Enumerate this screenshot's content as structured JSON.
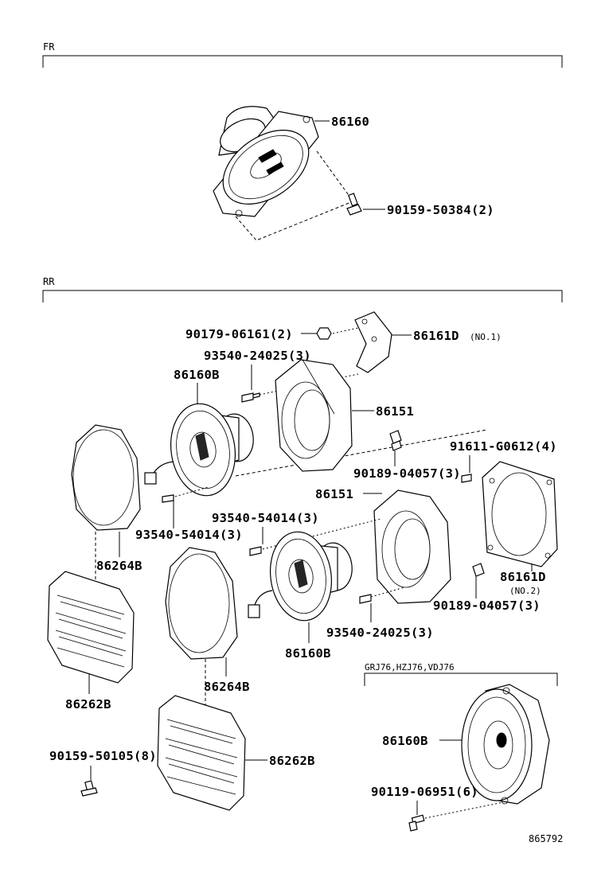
{
  "sections": {
    "fr": "FR",
    "rr": "RR",
    "grj": "GRJ76,HZJ76,VDJ76"
  },
  "labels": {
    "fr_speaker": "86160",
    "fr_screw": "90159-50384(2)",
    "rr_nut": "90179-06161(2)",
    "bracket_no1": "86161D",
    "no1": "(NO.1)",
    "screw_a": "93540-24025(3)",
    "speaker_b_upper": "86160B",
    "spacer_upper": "86151",
    "clip_91611": "91611-G0612(4)",
    "clip_upper": "90189-04057(3)",
    "spacer_lower": "86151",
    "screw_b_upper": "93540-54014(3)",
    "screw_b_lower": "93540-54014(3)",
    "cover_upper": "86264B",
    "bracket_no2": "86161D",
    "no2": "(NO.2)",
    "clip_lower": "90189-04057(3)",
    "screw_a_lower": "93540-24025(3)",
    "speaker_b_lower": "86160B",
    "cover_lower": "86264B",
    "grille_left": "86262B",
    "grille_right": "86262B",
    "screw_grille": "90159-50105(8)",
    "speaker_b_grj": "86160B",
    "screw_grj": "90119-06951(6)",
    "ref_no": "865792"
  }
}
